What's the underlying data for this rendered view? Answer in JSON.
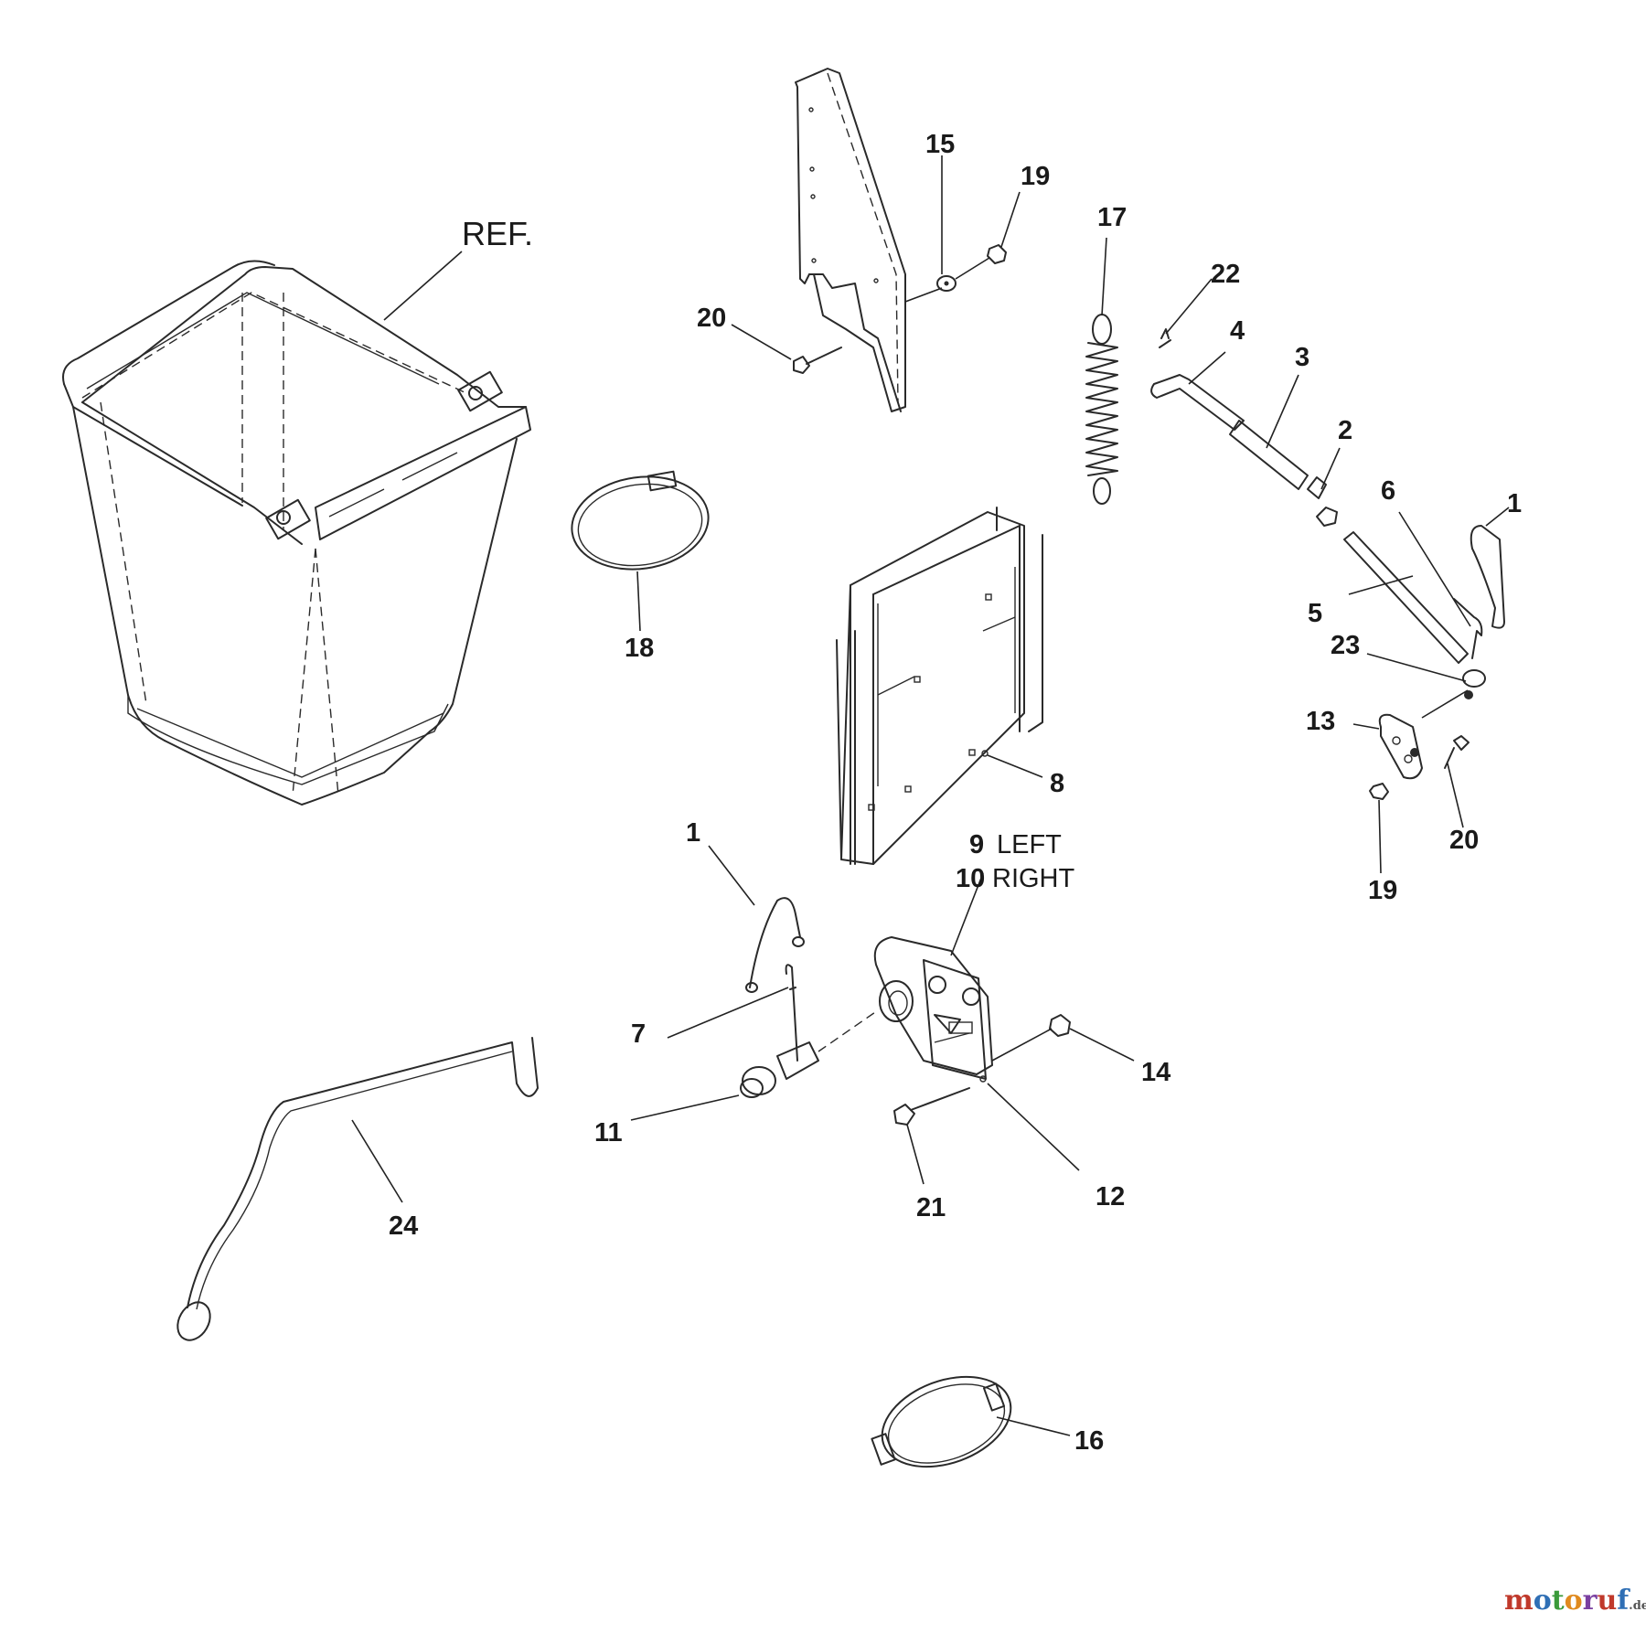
{
  "diagram": {
    "ref_label": "REF.",
    "callouts": {
      "c15": "15",
      "c19a": "19",
      "c17": "17",
      "c22": "22",
      "c4": "4",
      "c3": "3",
      "c2": "2",
      "c20a": "20",
      "c6": "6",
      "c1a": "1",
      "c5": "5",
      "c23": "23",
      "c18": "18",
      "c13": "13",
      "c8": "8",
      "c20b": "20",
      "c19b": "19",
      "c1b": "1",
      "c9": "9",
      "c9_text": "LEFT",
      "c10": "10",
      "c10_text": "RIGHT",
      "c7": "7",
      "c14": "14",
      "c11": "11",
      "c12": "12",
      "c21": "21",
      "c24": "24",
      "c16": "16"
    }
  },
  "watermark": {
    "brand": "motoruf",
    "suffix": ".de",
    "colors": [
      "#c0392b",
      "#2f6fb5",
      "#3a9a3a",
      "#e08a1e",
      "#7a3fa0",
      "#c0392b",
      "#2f6fb5"
    ]
  }
}
